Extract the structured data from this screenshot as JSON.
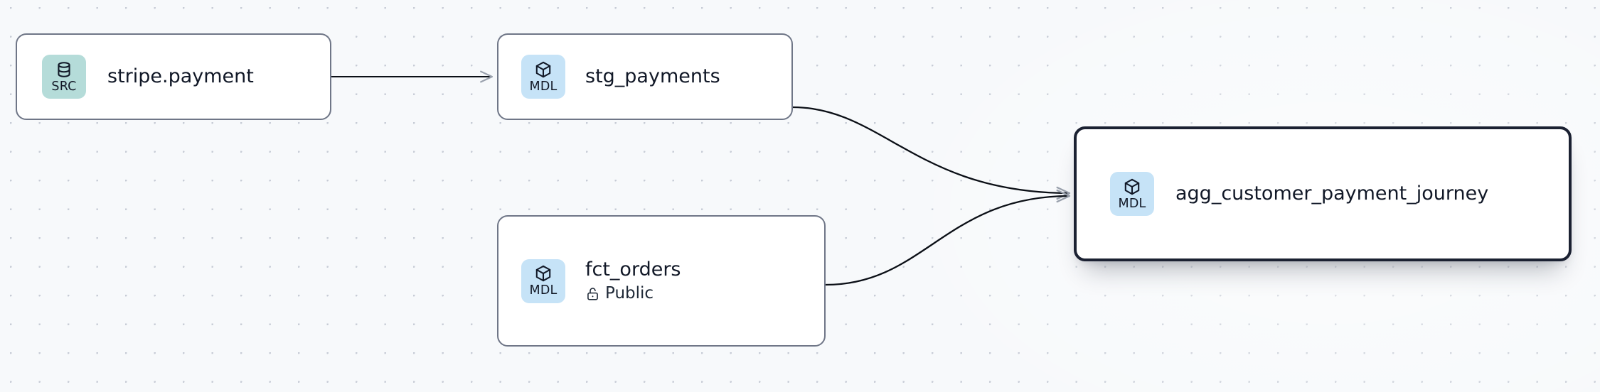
{
  "graph": {
    "type": "lineage-dag",
    "background_color": "#f7f9fb",
    "grid": "dot-grid",
    "nodes": [
      {
        "id": "stripe_payment",
        "title": "stripe.payment",
        "badge_label": "SRC",
        "badge_icon": "database-icon",
        "badge_color": "#b5dcd9",
        "selected": false,
        "subtitle": null,
        "subtitle_icon": null
      },
      {
        "id": "stg_payments",
        "title": "stg_payments",
        "badge_label": "MDL",
        "badge_icon": "cube-icon",
        "badge_color": "#c6e3f7",
        "selected": false,
        "subtitle": null,
        "subtitle_icon": null
      },
      {
        "id": "fct_orders",
        "title": "fct_orders",
        "badge_label": "MDL",
        "badge_icon": "cube-icon",
        "badge_color": "#c6e3f7",
        "selected": false,
        "subtitle": "Public",
        "subtitle_icon": "unlock-icon"
      },
      {
        "id": "agg_customer_payment_journey",
        "title": "agg_customer_payment_journey",
        "badge_label": "MDL",
        "badge_icon": "cube-icon",
        "badge_color": "#c6e3f7",
        "selected": true,
        "selected_border_color": "#1b2132",
        "subtitle": null,
        "subtitle_icon": null
      }
    ],
    "edges": [
      {
        "from": "stripe_payment",
        "to": "stg_payments",
        "style": "straight",
        "arrow": true
      },
      {
        "from": "stg_payments",
        "to": "agg_customer_payment_journey",
        "style": "bezier",
        "arrow": true
      },
      {
        "from": "fct_orders",
        "to": "agg_customer_payment_journey",
        "style": "bezier",
        "arrow": true
      }
    ],
    "edge_color": "#0b0f16"
  }
}
